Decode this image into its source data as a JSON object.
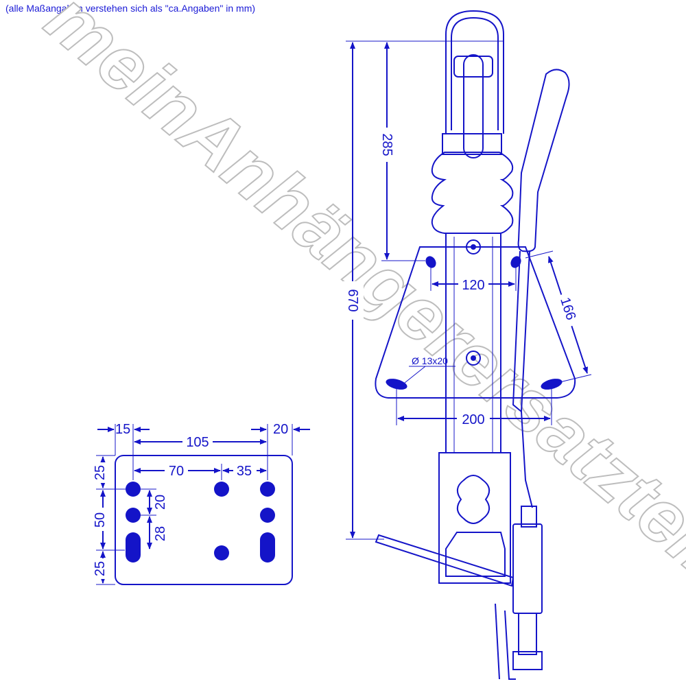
{
  "note": "(alle Maßangaben verstehen sich als \"ca.Angaben\" in mm)",
  "watermark": "meinAnhängerersatzteil",
  "colors": {
    "line": "#1414c8",
    "watermark_stroke": "#bdbdbd"
  },
  "dimensions": {
    "total_height": "670",
    "upper_height": "285",
    "hole_spacing_top": "120",
    "hole_spacing_bottom": "200",
    "diagonal": "166",
    "slot": "Ø 13x20"
  },
  "plate": {
    "d15": "15",
    "d105": "105",
    "d20": "20",
    "d70": "70",
    "d35": "35",
    "d25_top": "25",
    "d50": "50",
    "d25_bottom": "25",
    "d20_vertical": "20",
    "d28": "28"
  }
}
